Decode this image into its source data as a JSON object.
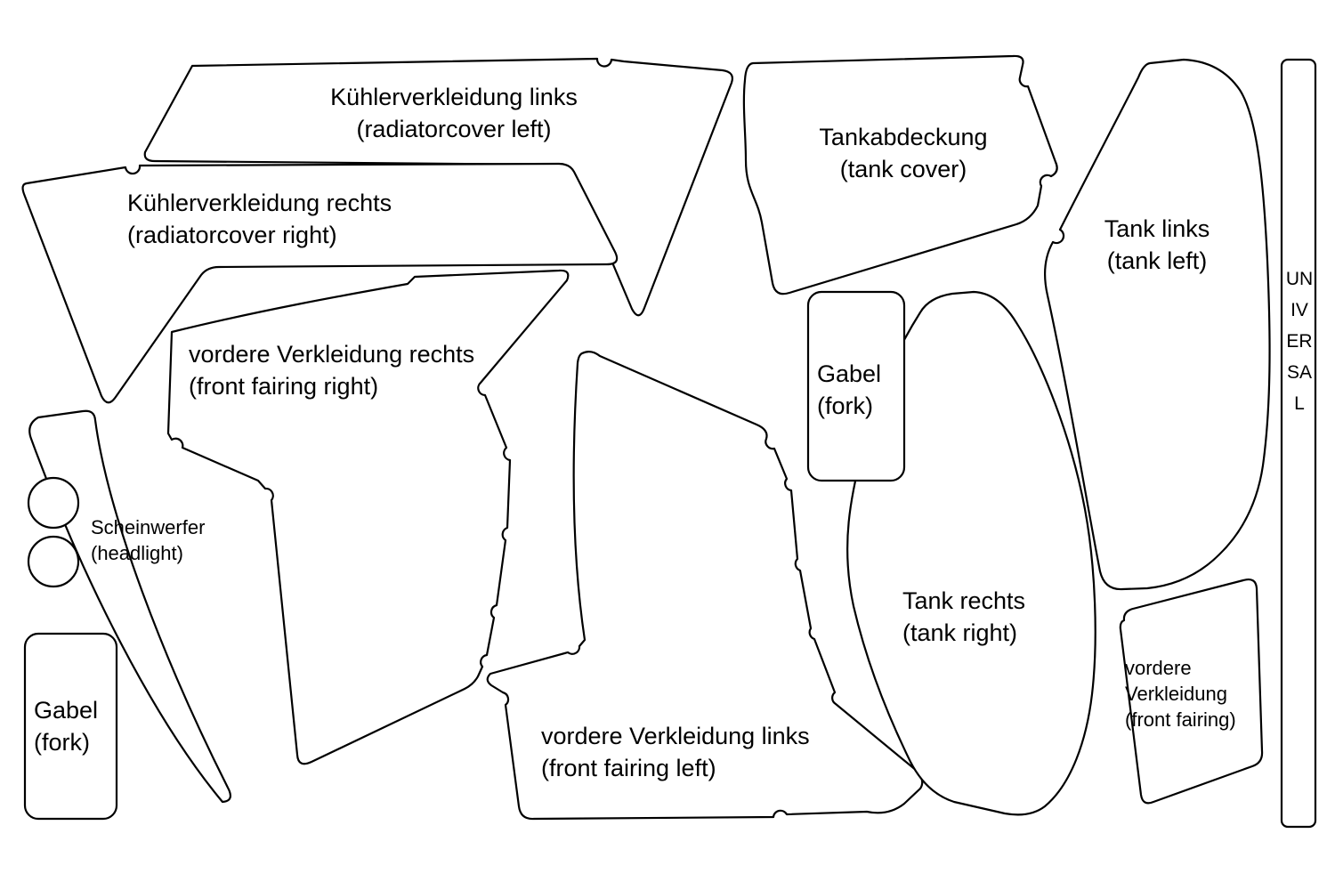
{
  "page": {
    "background_color": "#ffffff",
    "outline_color": "#000000"
  },
  "labels": {
    "radiator_left": {
      "line1": "Kühlerverkleidung links",
      "line2": "(radiatorcover left)"
    },
    "radiator_right": {
      "line1": "Kühlerverkleidung rechts",
      "line2": "(radiatorcover right)"
    },
    "tank_cover": {
      "line1": "Tankabdeckung",
      "line2": "(tank cover)"
    },
    "tank_left": {
      "line1": "Tank links",
      "line2": "(tank left)"
    },
    "front_fairing_right": {
      "line1": "vordere Verkleidung rechts",
      "line2": "(front fairing right)"
    },
    "fork_upper": {
      "line1": "Gabel",
      "line2": "(fork)"
    },
    "headlight": {
      "line1": "Scheinwerfer",
      "line2": "(headlight)"
    },
    "fork_lower": {
      "line1": "Gabel",
      "line2": "(fork)"
    },
    "front_fairing_left": {
      "line1": "vordere Verkleidung links",
      "line2": "(front fairing left)"
    },
    "tank_right": {
      "line1": "Tank rechts",
      "line2": "(tank right)"
    },
    "front_fairing_small": {
      "line1": "vordere",
      "line2": "Verkleidung",
      "line3": "(front fairing)"
    },
    "universal": {
      "label": "UNIVERSAL"
    }
  }
}
